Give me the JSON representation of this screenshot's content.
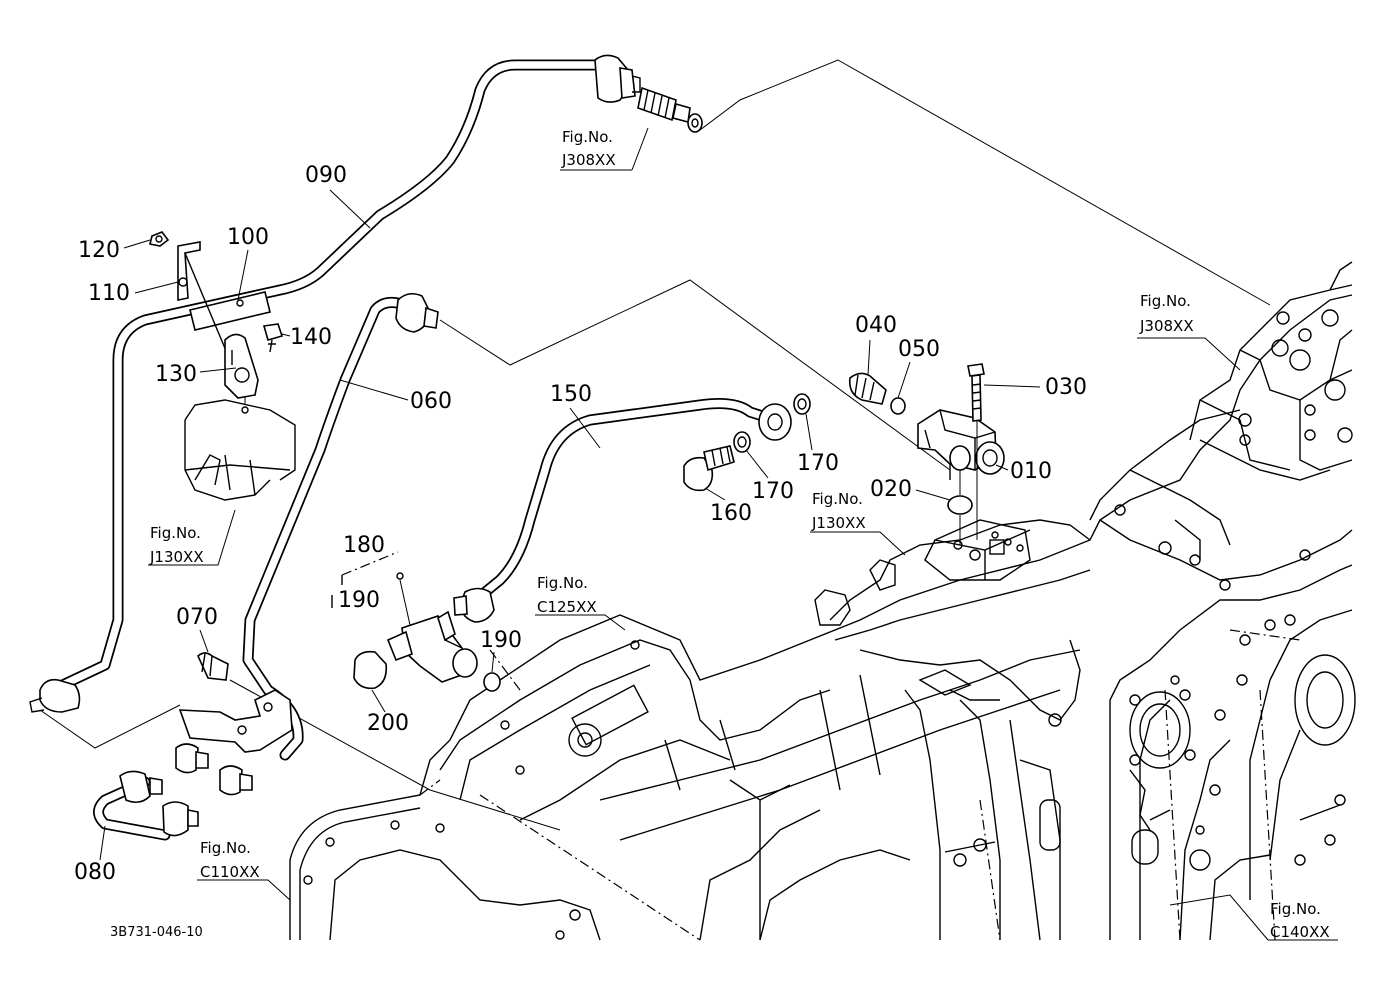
{
  "parts": {
    "p010": "010",
    "p020": "020",
    "p030": "030",
    "p040": "040",
    "p050": "050",
    "p060": "060",
    "p070": "070",
    "p080": "080",
    "p090": "090",
    "p100": "100",
    "p110": "110",
    "p120": "120",
    "p130": "130",
    "p140": "140",
    "p150": "150",
    "p160": "160",
    "p170a": "170",
    "p170b": "170",
    "p180": "180",
    "p190a": "190",
    "p190b": "190",
    "p200": "200"
  },
  "fig_refs": {
    "prefix": "Fig.No.",
    "j308_top": "J308XX",
    "j308_right": "J308XX",
    "j130_left": "J130XX",
    "j130_mid": "J130XX",
    "c125": "C125XX",
    "c110": "C110XX",
    "c140": "C140XX"
  },
  "drawing_number": "3B731-046-10"
}
